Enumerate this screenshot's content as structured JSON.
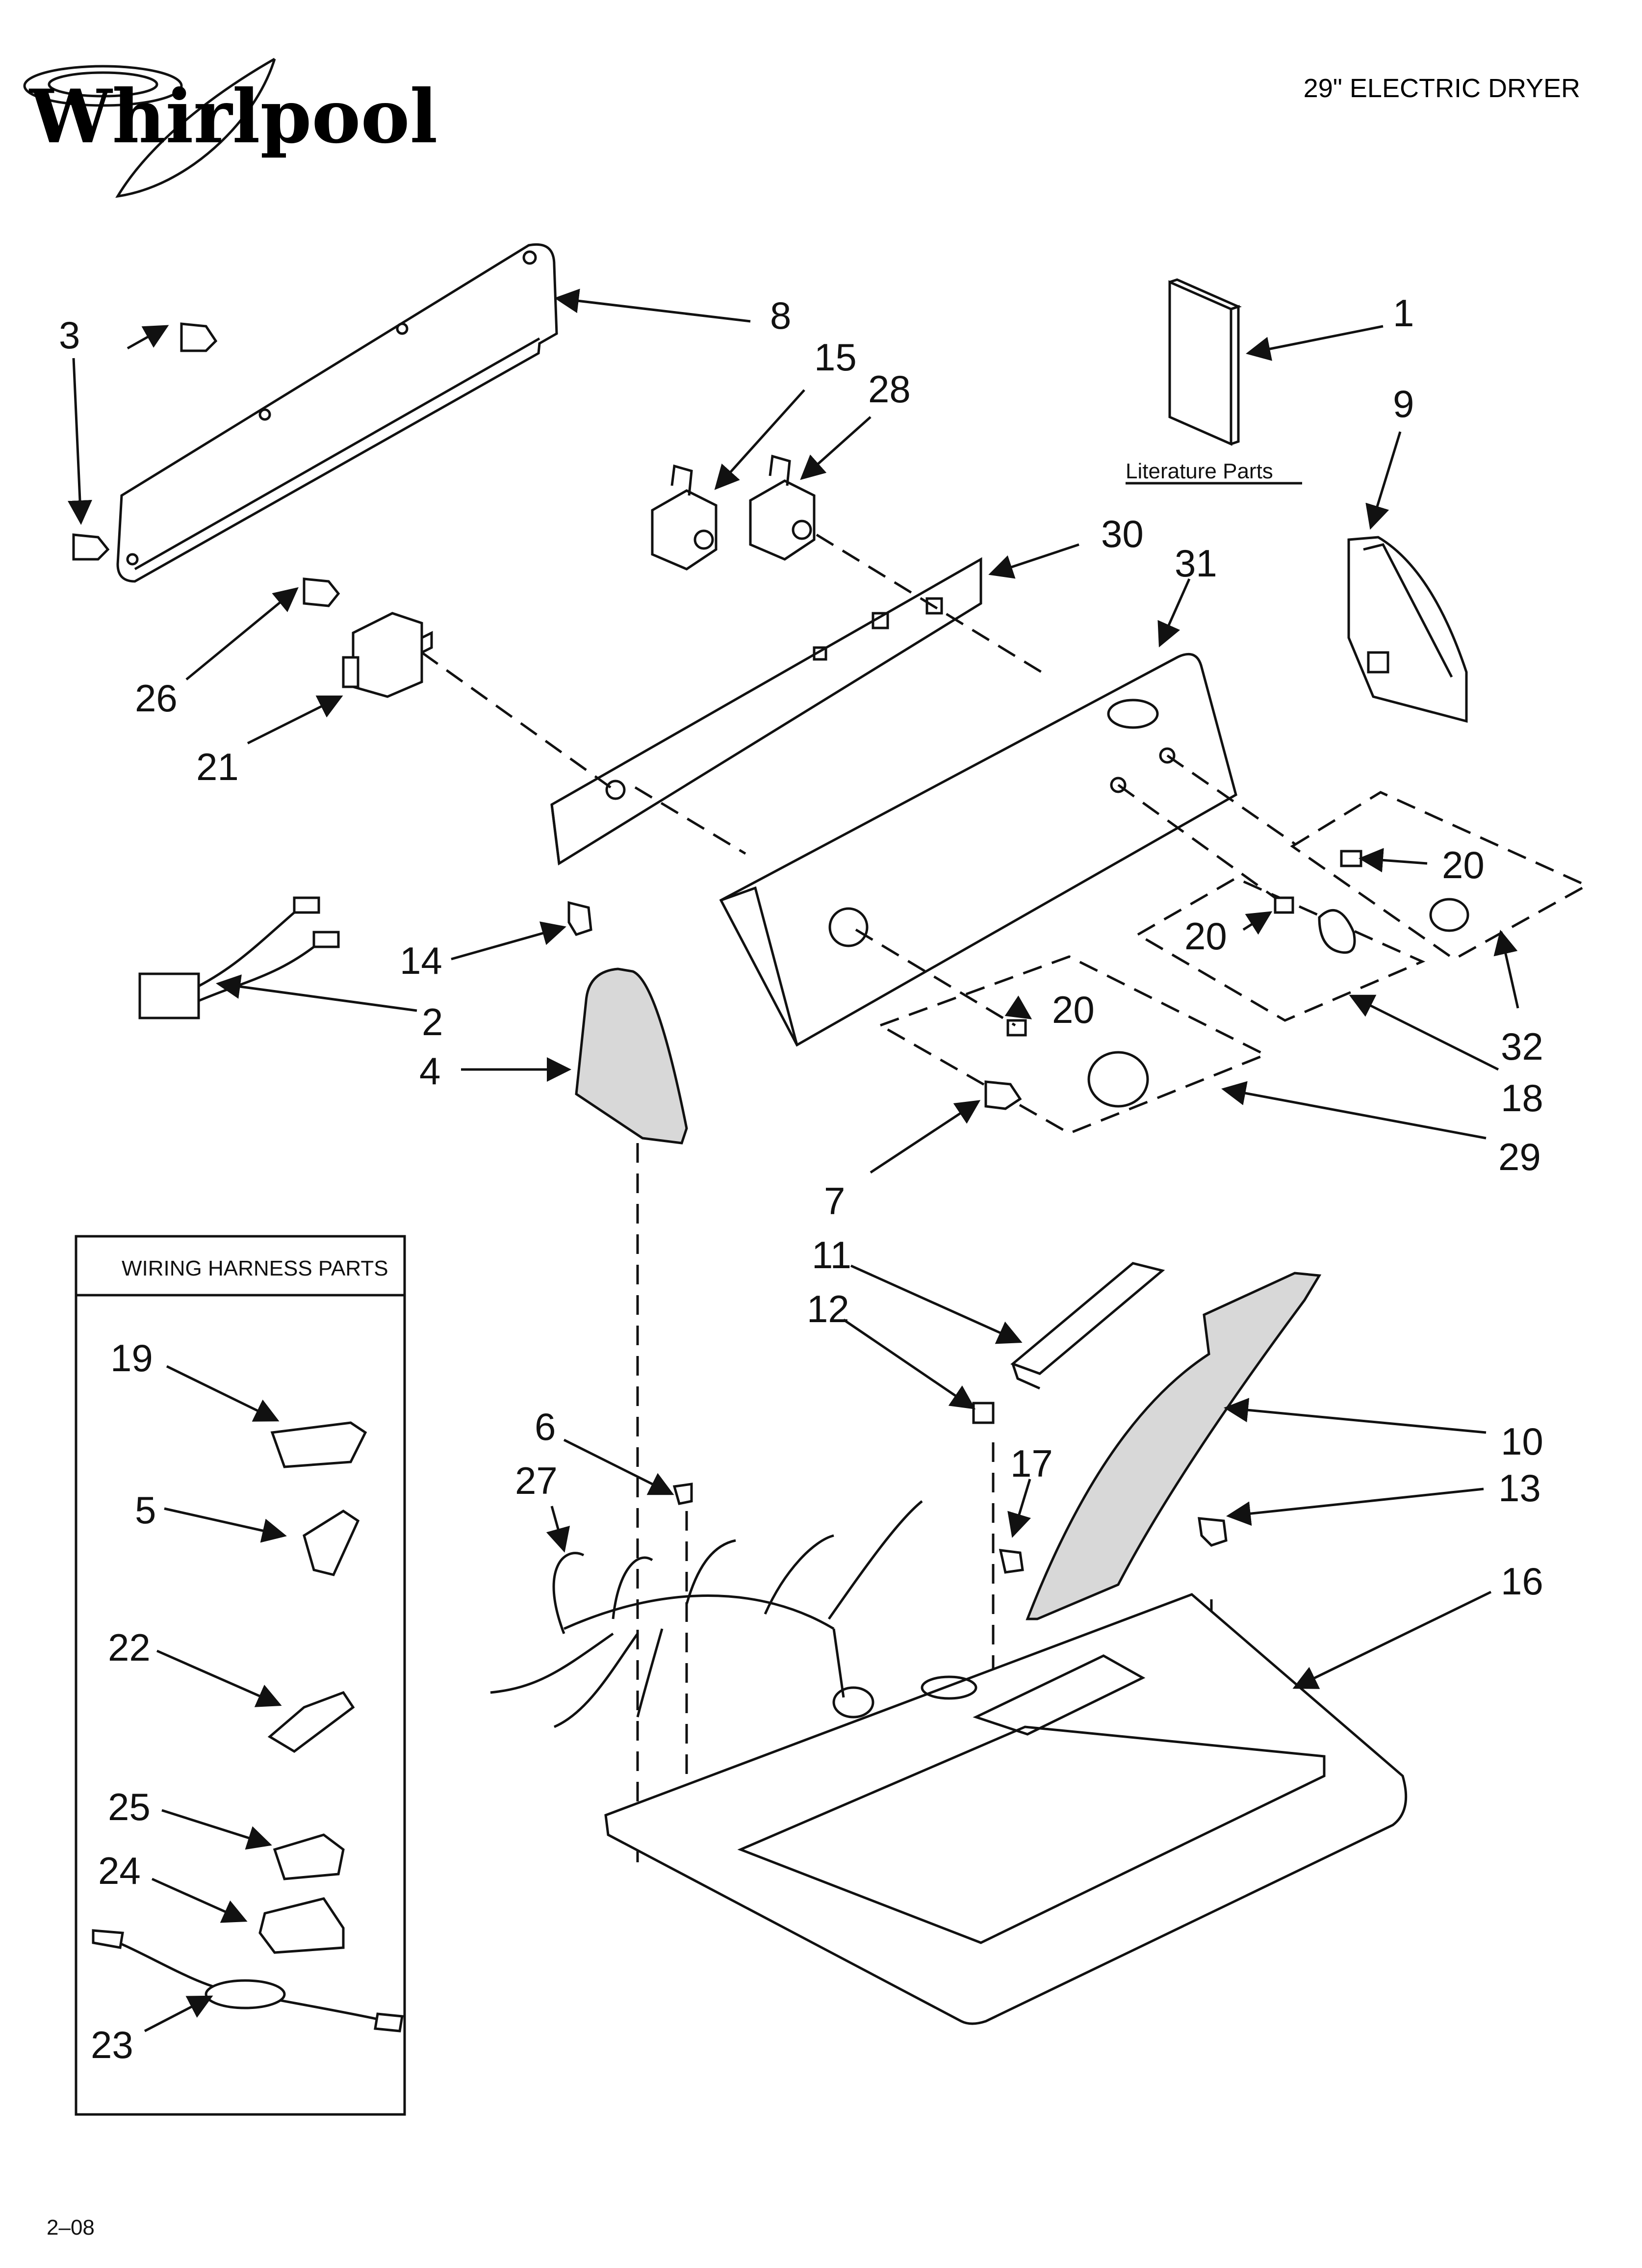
{
  "brand": {
    "name": "Whirlpool"
  },
  "header": {
    "model_title": "29\" ELECTRIC DRYER"
  },
  "literature": {
    "label": "Literature Parts"
  },
  "wiring_box": {
    "title": "WIRING HARNESS PARTS"
  },
  "callouts": {
    "c1": "1",
    "c2": "2",
    "c3": "3",
    "c4": "4",
    "c5": "5",
    "c6": "6",
    "c7": "7",
    "c8": "8",
    "c9": "9",
    "c10": "10",
    "c11": "11",
    "c12": "12",
    "c13": "13",
    "c14": "14",
    "c15": "15",
    "c16": "16",
    "c17": "17",
    "c18": "18",
    "c19": "19",
    "c20a": "20",
    "c20b": "20",
    "c20c": "20",
    "c21": "21",
    "c22": "22",
    "c23": "23",
    "c24": "24",
    "c25": "25",
    "c26": "26",
    "c27": "27",
    "c28": "28",
    "c29": "29",
    "c30": "30",
    "c31": "31",
    "c32": "32"
  },
  "footer": {
    "date_code": "2–08"
  }
}
